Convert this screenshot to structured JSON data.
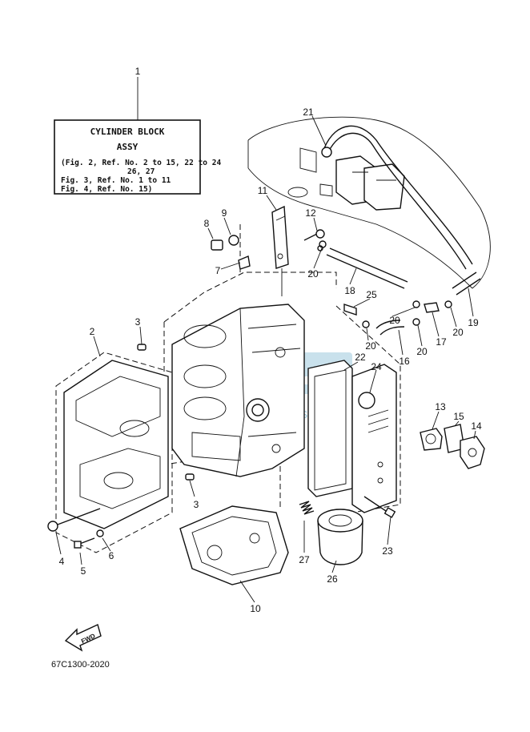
{
  "diagram": {
    "title_box": {
      "ref_no": "1",
      "title_line1": "CYLINDER BLOCK",
      "title_line2": "ASSY",
      "lines": [
        "(Fig. 2, Ref. No. 2 to 15, 22 to 24",
        "26, 27",
        "Fig. 3, Ref. No. 1 to 11",
        "Fig. 4, Ref. No. 15)"
      ]
    },
    "callouts": [
      {
        "id": "c1",
        "label": "1"
      },
      {
        "id": "c2",
        "label": "2"
      },
      {
        "id": "c3a",
        "label": "3"
      },
      {
        "id": "c3b",
        "label": "3"
      },
      {
        "id": "c4",
        "label": "4"
      },
      {
        "id": "c5",
        "label": "5"
      },
      {
        "id": "c6",
        "label": "6"
      },
      {
        "id": "c7",
        "label": "7"
      },
      {
        "id": "c8",
        "label": "8"
      },
      {
        "id": "c9",
        "label": "9"
      },
      {
        "id": "c10",
        "label": "10"
      },
      {
        "id": "c11",
        "label": "11"
      },
      {
        "id": "c12",
        "label": "12"
      },
      {
        "id": "c13",
        "label": "13"
      },
      {
        "id": "c14",
        "label": "14"
      },
      {
        "id": "c15",
        "label": "15"
      },
      {
        "id": "c16",
        "label": "16"
      },
      {
        "id": "c17",
        "label": "17"
      },
      {
        "id": "c18",
        "label": "18"
      },
      {
        "id": "c19",
        "label": "19"
      },
      {
        "id": "c20a",
        "label": "20"
      },
      {
        "id": "c20b",
        "label": "20"
      },
      {
        "id": "c20c",
        "label": "20"
      },
      {
        "id": "c20d",
        "label": "20"
      },
      {
        "id": "c20e",
        "label": "20"
      },
      {
        "id": "c21",
        "label": "21"
      },
      {
        "id": "c22",
        "label": "22"
      },
      {
        "id": "c23",
        "label": "23"
      },
      {
        "id": "c24",
        "label": "24"
      },
      {
        "id": "c25",
        "label": "25"
      },
      {
        "id": "c26",
        "label": "26"
      },
      {
        "id": "c27",
        "label": "27"
      }
    ],
    "fwd_label": "FWD",
    "diagram_code": "67C1300-2020",
    "colors": {
      "ink": "#111111",
      "watermark": "#9cc8dc"
    }
  }
}
